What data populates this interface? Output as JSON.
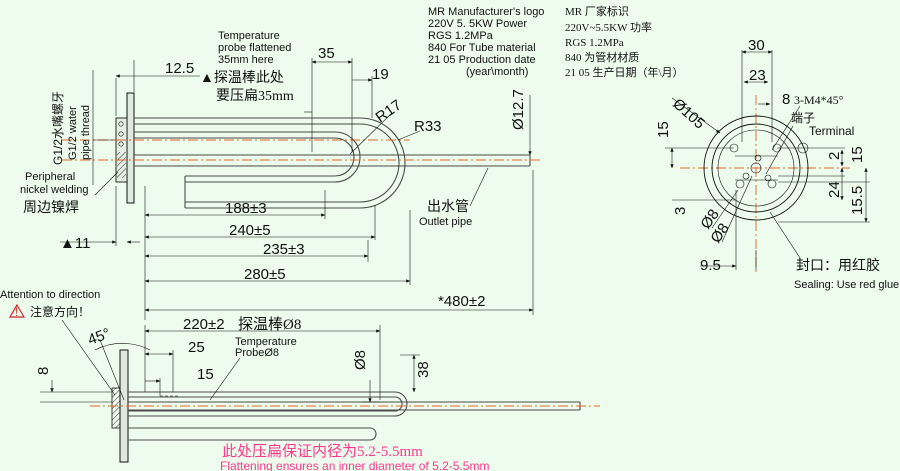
{
  "colors": {
    "background": "#eefcee",
    "lines": "#111111",
    "centerline": "#e0662a",
    "note_pink": "#ff3a8c",
    "warning": "#cc2a2a"
  },
  "marking_en": {
    "l1": "MR  Manufacturer's logo",
    "l2": "220V  5. 5KW Power",
    "l3": "RGS 1.2MPa",
    "l4": "840 For Tube material",
    "l5": "21  05  Production date",
    "l6": "(year\\month)"
  },
  "marking_cn": {
    "l1": "MR    厂家标识",
    "l2": "220V~5.5KW 功率",
    "l3": "RGS   1.2MPa",
    "l4": "840  为管材材质",
    "l5": "21 05 生产日期（年\\月）"
  },
  "top_view": {
    "temp_probe_en_1": "Temperature",
    "temp_probe_en_2": "probe flattened",
    "temp_probe_en_3": "35mm here",
    "temp_probe_cn_1": "▲探温棒此处",
    "temp_probe_cn_2": "要压扁35mm",
    "thread_cn": "G1/2水嘴螺牙",
    "thread_en_1": "G1/2 water",
    "thread_en_2": "pipe thread",
    "weld_en_1": "Peripheral",
    "weld_en_2": "nickel welding",
    "weld_cn": "周边镍焊",
    "outlet_cn": "出水管",
    "outlet_en": "Outlet pipe",
    "d_12_5": "12.5",
    "d_35": "35",
    "d_19": "19",
    "d_r17": "R17",
    "d_r33": "R33",
    "d_phi12_7": "Ø12.7",
    "d_188": "188±3",
    "d_240": "240±5",
    "d_235": "235±3",
    "d_280": "280±5",
    "d_11": "▲11",
    "d_480": "*480±2"
  },
  "side_view": {
    "attention_en": "Attention to direction",
    "attention_cn": "注意方向！",
    "d_45": "45°",
    "d_8": "8",
    "d_220": "220±2",
    "probe_cn": "探温棒Ø8",
    "probe_en_1": "Temperature",
    "probe_en_2": "ProbeØ8",
    "d_25": "25",
    "d_15": "15",
    "d_phi8": "Ø8",
    "d_38": "38",
    "note_cn": "此处压扁保证内径为5.2-5.5mm",
    "note_en": "Flattening ensures an inner diameter of 5.2-5.5mm"
  },
  "end_view": {
    "d_30": "30",
    "d_23": "23",
    "d_8": "8",
    "d_phi105": "Ø105",
    "d_15": "15",
    "d_2": "2",
    "d_24": "24",
    "d_3": "3",
    "d_15_5": "15.5",
    "d_phi8a": "Ø8",
    "d_phi8b": "Ø8",
    "d_9_5": "9.5",
    "screws": "3-M4*45°",
    "terminal_cn": "端子",
    "terminal_en": "Terminal",
    "seal_cn": "封口：用红胶",
    "seal_en": "Sealing: Use red glue"
  }
}
